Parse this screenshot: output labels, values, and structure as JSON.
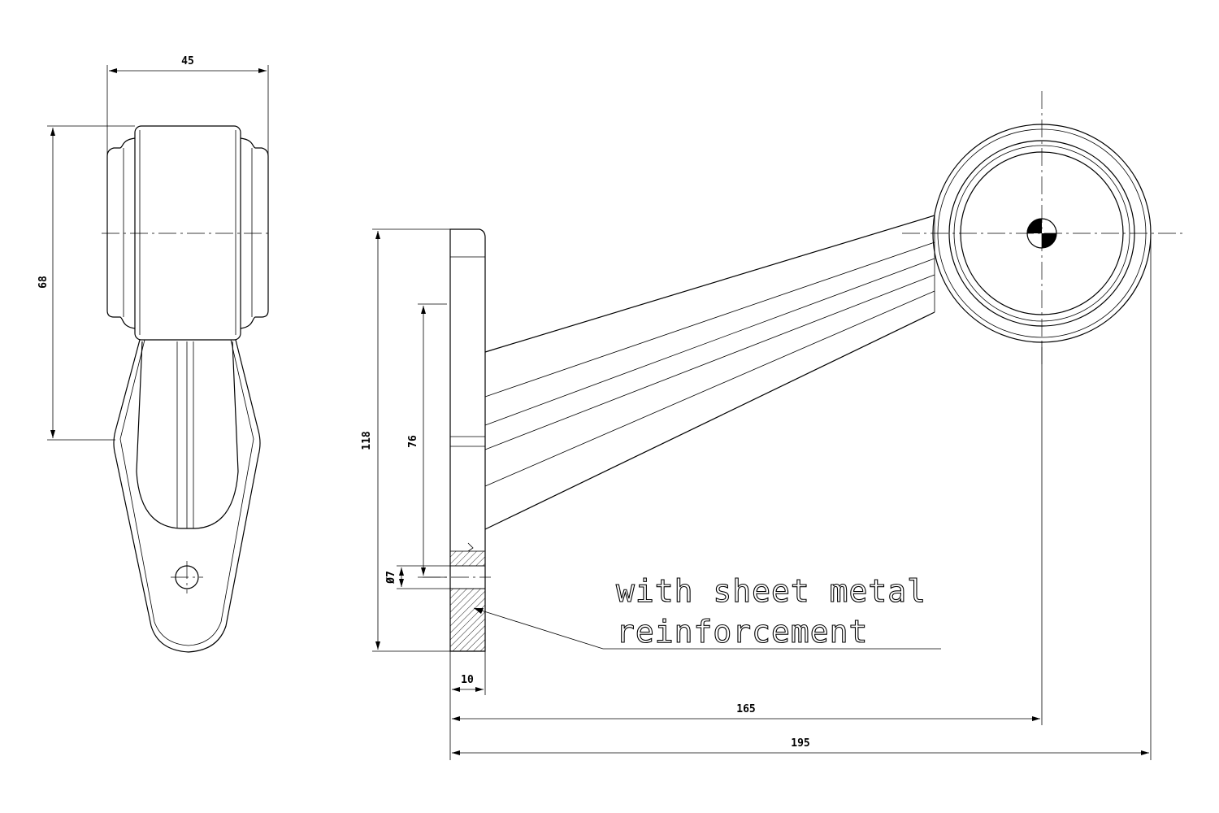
{
  "dimensions": {
    "side_width": "45",
    "side_height": "68",
    "base_height": "118",
    "hole_spacing": "76",
    "hole_diameter": "Ø7",
    "base_thickness": "10",
    "center_distance": "165",
    "overall_length": "195"
  },
  "note": {
    "line1": "with sheet metal",
    "line2": "reinforcement"
  }
}
